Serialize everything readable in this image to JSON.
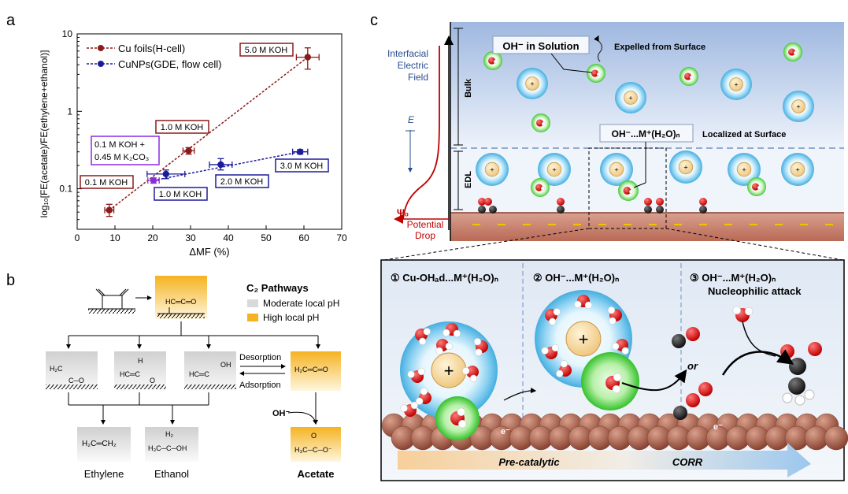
{
  "panel_labels": {
    "a": "a",
    "b": "b",
    "c": "c"
  },
  "panel_a": {
    "ylabel": "log₁₀[FE(acetate)/FE(ethylene+ethanol)]",
    "xlabel": "ΔMF (%)",
    "ytick_labels": [
      "10",
      "1",
      "0.1"
    ],
    "xtick_labels": [
      "0",
      "10",
      "20",
      "30",
      "40",
      "50",
      "60",
      "70"
    ],
    "legend": [
      "Cu foils(H-cell)",
      "CuNPs(GDE, flow cell)"
    ],
    "labels": {
      "l5": "5.0 M KOH",
      "l1r": "1.0 M KOH",
      "l01r": "0.1 M KOH",
      "mix1": "0.1 M KOH +",
      "mix2": "0.45 M K₂CO₃",
      "l1b": "1.0 M KOH",
      "l2b": "2.0 M KOH",
      "l3b": "3.0 M KOH"
    },
    "colors": {
      "red": "#8b1a1a",
      "blue": "#1c1c9a",
      "purple": "#8a2be2"
    }
  },
  "chart_data": {
    "type": "scatter",
    "xlabel": "ΔMF (%)",
    "ylabel": "log₁₀[FE(acetate)/FE(ethylene+ethanol)]",
    "xlim": [
      0,
      70
    ],
    "ylim": [
      0.03,
      10
    ],
    "y_scale": "log",
    "legend_position": "top-left",
    "series": [
      {
        "name": "Cu foils(H-cell)",
        "color": "#8b1a1a",
        "points": [
          {
            "x": 8.5,
            "y": 0.053,
            "xerr": 1.2,
            "yerr_low": 0.009,
            "yerr_high": 0.01,
            "label": "0.1 M KOH"
          },
          {
            "x": 29.5,
            "y": 0.31,
            "xerr": 1.5,
            "yerr_low": 0.03,
            "yerr_high": 0.03,
            "label": "1.0 M KOH"
          },
          {
            "x": 61,
            "y": 5.0,
            "xerr": 3,
            "yerr_low": 1.5,
            "yerr_high": 1.6,
            "label": "5.0 M KOH"
          }
        ]
      },
      {
        "name": "CuNPs(GDE, flow cell)",
        "color": "#1c1c9a",
        "points": [
          {
            "x": 23.5,
            "y": 0.155,
            "xerr": 5,
            "yerr_low": 0.02,
            "yerr_high": 0.02,
            "label": "1.0 M KOH"
          },
          {
            "x": 38,
            "y": 0.205,
            "xerr": 3,
            "yerr_low": 0.03,
            "yerr_high": 0.04,
            "label": "2.0 M KOH"
          },
          {
            "x": 59,
            "y": 0.3,
            "xerr": 2,
            "yerr_low": 0.02,
            "yerr_high": 0.02,
            "label": "3.0 M KOH"
          }
        ]
      },
      {
        "name": "",
        "color": "#8a2be2",
        "points": [
          {
            "x": 20.2,
            "y": 0.128,
            "xerr": 1.5,
            "yerr_low": 0.01,
            "yerr_high": 0.01,
            "label": "0.1 M KOH + 0.45 M K₂CO₃"
          }
        ]
      }
    ]
  },
  "panel_b": {
    "legend_title": "C₂ Pathways",
    "legend_items": [
      "Moderate local pH",
      "High local pH"
    ],
    "desorption": "Desorption",
    "adsorption": "Adsorption",
    "oh": "OH⁻",
    "products": [
      "Ethylene",
      "Ethanol",
      "Acetate"
    ],
    "colors": {
      "gray": "#d9d9d9",
      "orange": "#f5b321"
    }
  },
  "panel_c": {
    "interfacial": [
      "Interfacial",
      "Electric",
      "Field"
    ],
    "bulk": "Bulk",
    "edl": "EDL",
    "psi": "Ψ₀",
    "potential": [
      "Potential",
      "Drop"
    ],
    "e_field": "E",
    "oh_solution": "OH⁻ in Solution",
    "expelled": "Expelled from Surface",
    "oh_m": "OH⁻...M⁺(H₂O)ₙ",
    "localized": "Localized at Surface",
    "step1": "① Cu-OHₐd...M⁺(H₂O)ₙ",
    "step2": "② OH⁻...M⁺(H₂O)ₙ",
    "step3a": "③ OH⁻...M⁺(H₂O)ₙ",
    "step3b": "Nucleophilic attack",
    "or": "or",
    "e": "e⁻",
    "precatalytic": "Pre-catalytic",
    "corr": "CORR",
    "plus": "+",
    "minus": "-"
  }
}
